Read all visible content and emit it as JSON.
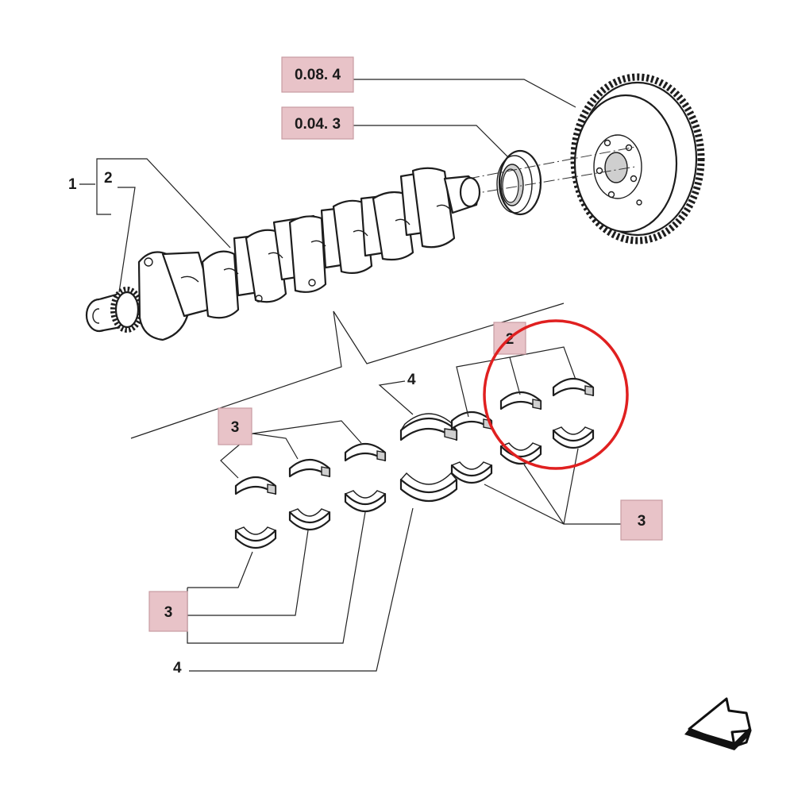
{
  "callouts": {
    "flywheel": "0.08. 4",
    "seal": "0.04. 3",
    "item_1": "1",
    "item_2": "2",
    "item_2_highlight": "2",
    "item_4_top": "4",
    "item_3_upper_left": "3",
    "item_3_right": "3",
    "item_3_lower_left": "3",
    "item_4_bottom": "4"
  },
  "colors": {
    "reference_box_fill": "#e8c3c8",
    "highlight_circle": "#e02020",
    "line_art": "#1d1d1d"
  },
  "icons": {
    "navigation_arrow": "bottom-left-arrow-icon"
  }
}
